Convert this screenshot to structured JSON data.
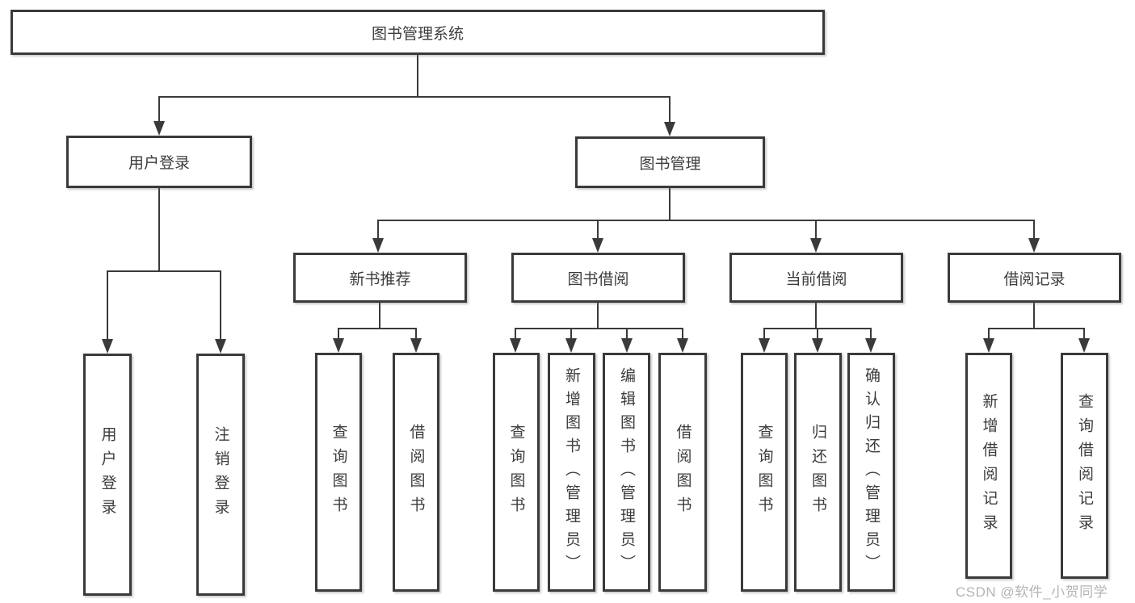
{
  "tree": {
    "label": "图书管理系统",
    "children": [
      {
        "label": "用户登录",
        "children": [
          {
            "label": "用户登录"
          },
          {
            "label": "注销登录"
          }
        ]
      },
      {
        "label": "图书管理",
        "children": [
          {
            "label": "新书推荐",
            "children": [
              {
                "label": "查询图书"
              },
              {
                "label": "借阅图书"
              }
            ]
          },
          {
            "label": "图书借阅",
            "children": [
              {
                "label": "查询图书"
              },
              {
                "label": "新增图书（管理员）"
              },
              {
                "label": "编辑图书（管理员）"
              },
              {
                "label": "借阅图书"
              }
            ]
          },
          {
            "label": "当前借阅",
            "children": [
              {
                "label": "查询图书"
              },
              {
                "label": "归还图书"
              },
              {
                "label": "确认归还（管理员）"
              }
            ]
          },
          {
            "label": "借阅记录",
            "children": [
              {
                "label": "新增借阅记录"
              },
              {
                "label": "查询借阅记录"
              }
            ]
          }
        ]
      }
    ]
  },
  "watermark": {
    "text": "CSDN @软件_小贺同学"
  },
  "colors": {
    "line": "#3a3a3a",
    "text": "#3c3c3c",
    "background": "#ffffff",
    "watermark": "#b4b4b4"
  }
}
